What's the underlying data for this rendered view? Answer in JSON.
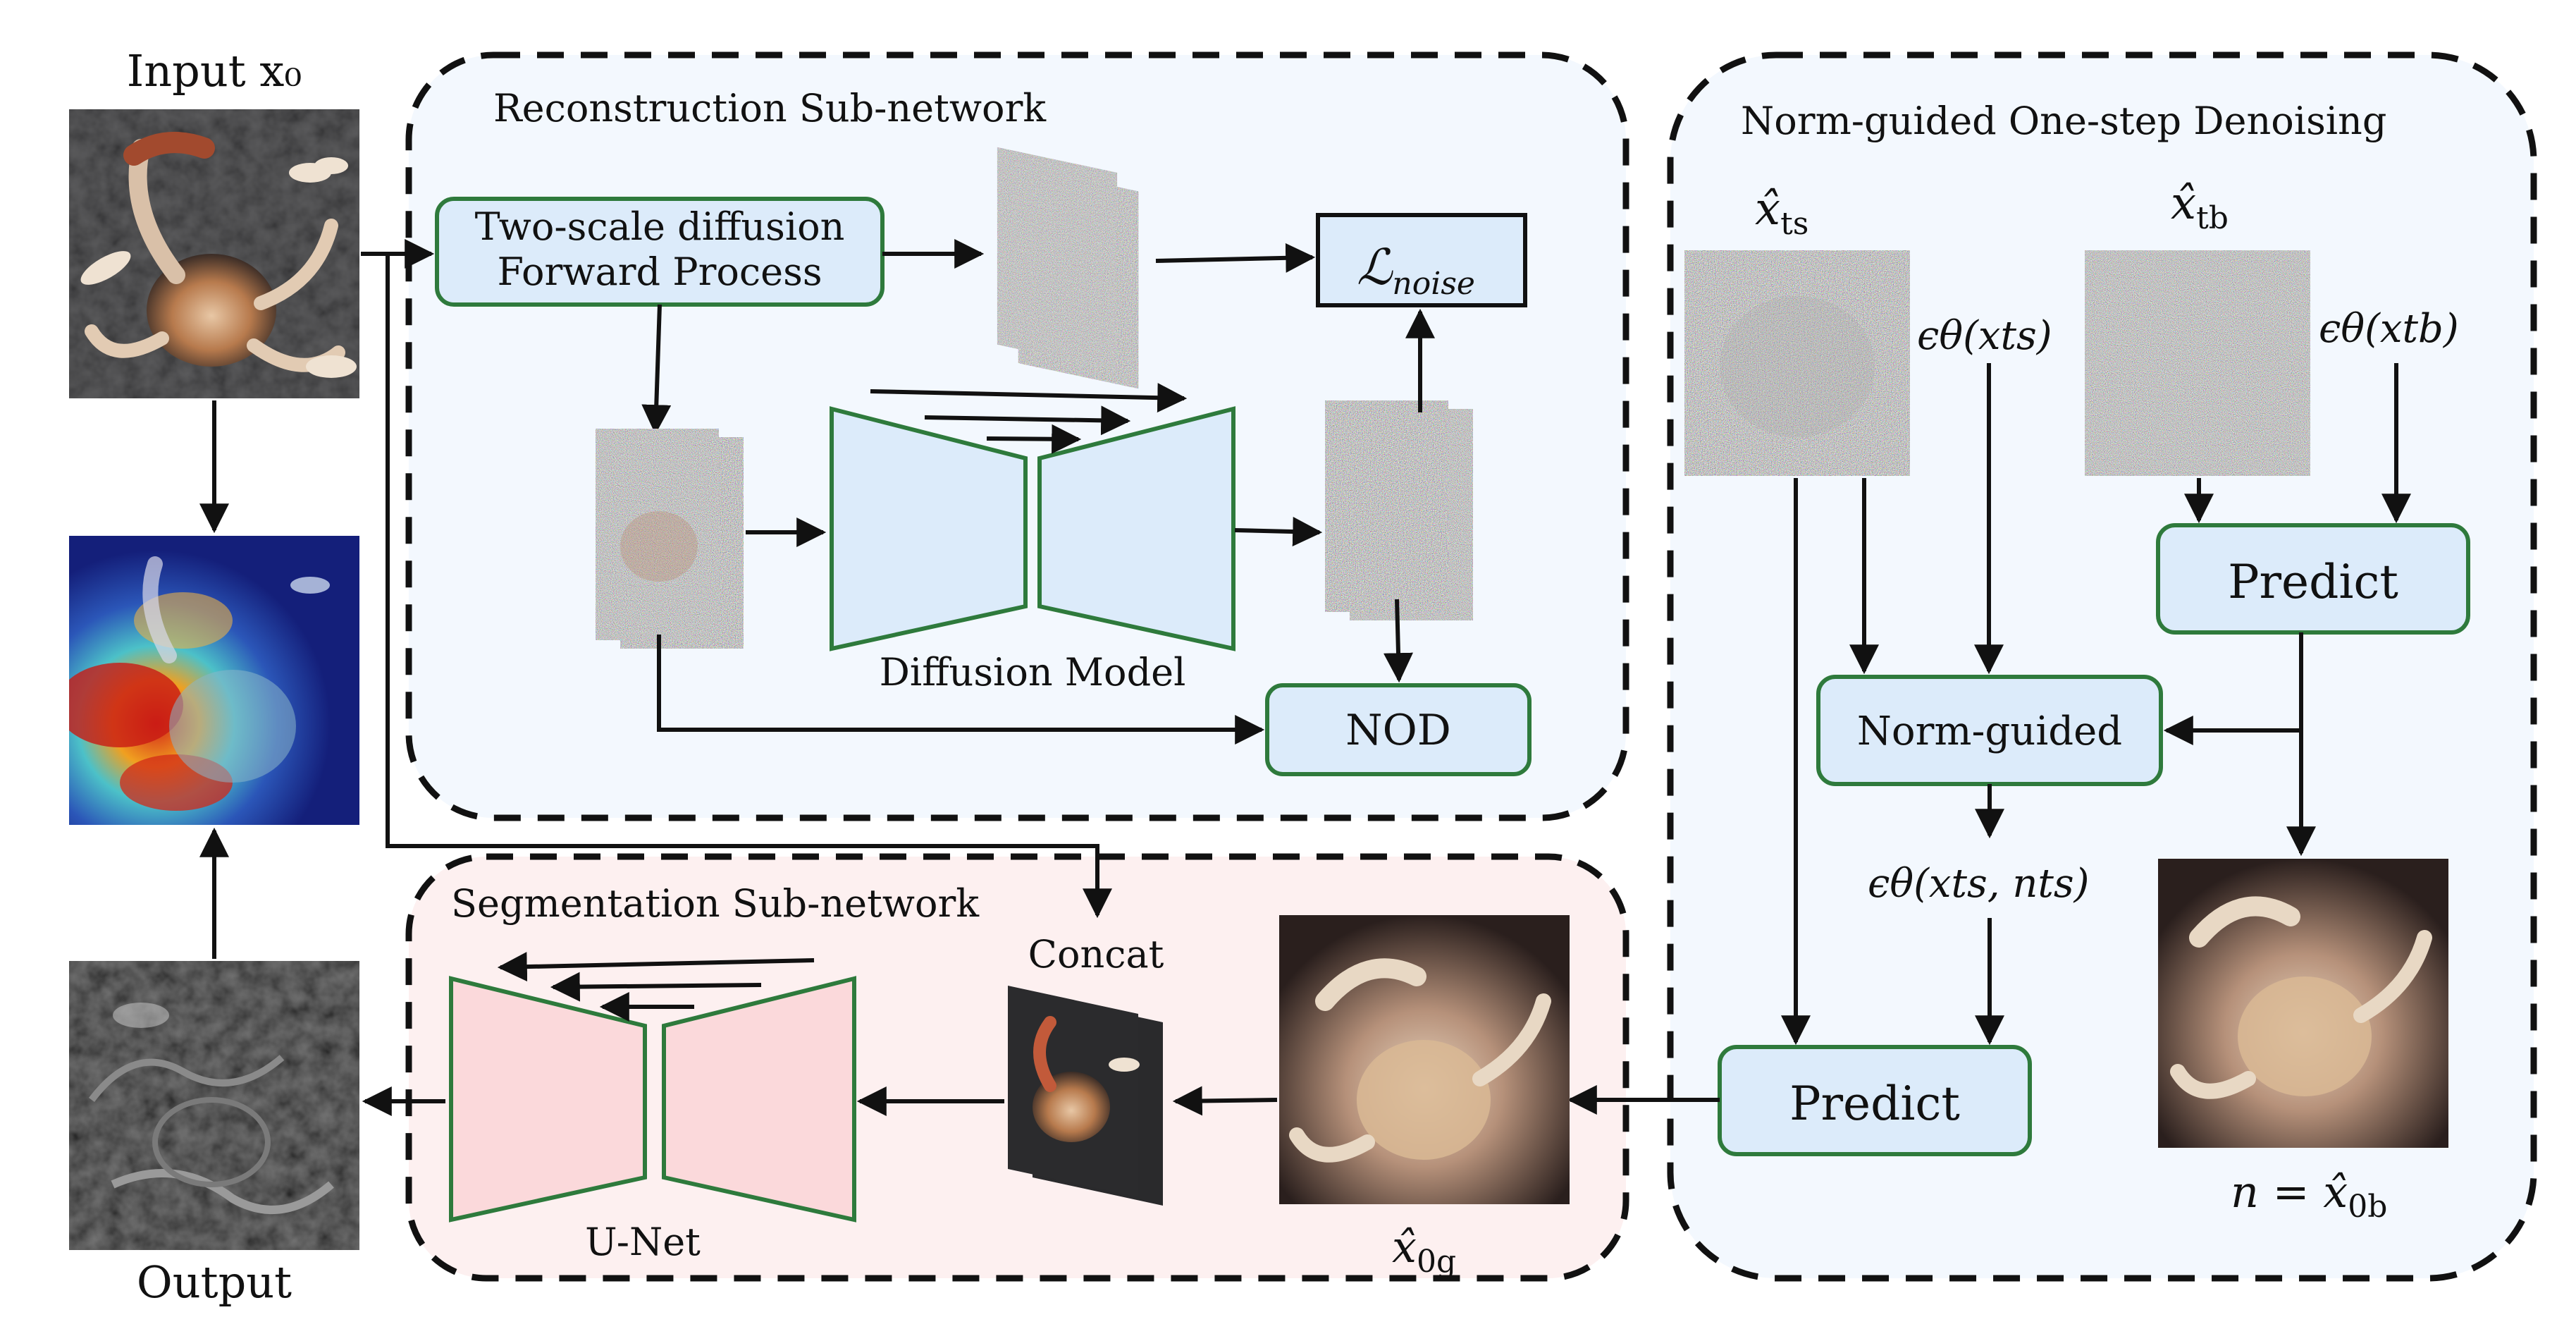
{
  "colors": {
    "accent_border": "#2e7a3c",
    "box_fill": "#dcebfa",
    "region_blue": "#f3f8fe",
    "region_pink": "#fdf0f0",
    "unet_fill": "#fbd9db",
    "arrow": "#111111"
  },
  "left_column": {
    "input_label": "Input x₀",
    "output_label": "Output"
  },
  "reconstruction": {
    "title": "Reconstruction Sub-network",
    "forward_box_line1": "Two-scale diffusion",
    "forward_box_line2": "Forward Process",
    "loss_label": "ℒ",
    "loss_sub": "noise",
    "model_label": "Diffusion Model",
    "nod_label": "NOD"
  },
  "norm_guided": {
    "title": "Norm-guided One-step Denoising",
    "xts_label": "x̂",
    "xts_sub": "ts",
    "xtb_label": "x̂",
    "xtb_sub": "tb",
    "eps_ts": "ϵθ(xts)",
    "eps_tb": "ϵθ(xtb)",
    "predict_top": "Predict",
    "norm_guided_box": "Norm-guided",
    "eps_combined": "ϵθ(xts, nts)",
    "predict_bottom": "Predict",
    "n_label": "n = x̂",
    "n_sub": "0b"
  },
  "segmentation": {
    "title": "Segmentation Sub-network",
    "concat_label": "Concat",
    "unet_label": "U-Net",
    "x0g_label": "x̂",
    "x0g_sub": "0g"
  },
  "icons": {
    "input_image": "crab-photo",
    "heatmap_image": "anomaly-heatmap",
    "output_image": "segmentation-map",
    "noise_image": "noise-stack",
    "denoised_image": "denoised-crab"
  }
}
